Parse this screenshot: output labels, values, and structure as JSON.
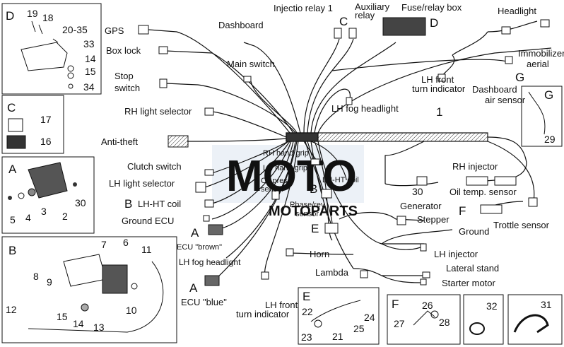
{
  "colors": {
    "line": "#111111",
    "connector": "#ffffff",
    "watermark": "#b8c8dc",
    "sleeve": "#9a9a9a"
  },
  "watermark": {
    "line1": "MOTO",
    "line2": "MOTOPARTS"
  },
  "labels": {
    "gps": "GPS",
    "box_lock": "Box lock",
    "stop_switch_1": "Stop",
    "stop_switch_2": "switch",
    "dashboard": "Dashboard",
    "main_switch": "Main switch",
    "injection_relay_1": "Injectio relay 1",
    "auxiliary_relay_1": "Auxiliary",
    "auxiliary_relay_2": "relay",
    "fuse_relay_box": "Fuse/relay box",
    "headlight": "Headlight",
    "immobilizer_1": "Immobilizer",
    "immobilizer_2": "aerial",
    "lh_front_turn_1": "LH front",
    "lh_front_turn_2": "turn indicator",
    "dashboard_air_1": "Dashboard",
    "dashboard_air_2": "air sensor",
    "lh_fog_headlight": "LH fog headlight",
    "rh_light_selector": "RH light selector",
    "anti_theft": "Anti-theft",
    "clutch_switch": "Clutch switch",
    "lh_light_selector": "LH light selector",
    "lh_ht_coil_left": "LH-HT coil",
    "ground_ecu": "Ground ECU",
    "ecu_brown": "ECU \"brown\"",
    "lh_fog_headlight_2": "LH fog headlight",
    "ecu_blue": "ECU \"blue\"",
    "lh_front_turn_b1": "LH front",
    "lh_front_turn_b2": "turn indicator",
    "rh_hand_grip": "RH hand grip",
    "lh_hand_grip": "LH hand grip",
    "oil_press_1": "Oil press.",
    "oil_press_2": "sensor",
    "lh_ht_coil_mid": "LH-HT coil",
    "phase_rev_1": "Phase/rev",
    "phase_rev_2": "sensor",
    "horn": "Horn",
    "lambda": "Lambda",
    "rh_injector": "RH injector",
    "oil_temp_sensor": "Oil temp. sensor",
    "generator": "Generator",
    "stepper": "Stepper",
    "ground": "Ground",
    "trottle_sensor": "Trottle sensor",
    "lh_injector": "LH injector",
    "lateral_stand": "Lateral stand",
    "starter_motor": "Starter motor"
  },
  "letters": {
    "box_d": "D",
    "box_c": "C",
    "box_a": "A",
    "box_b": "B",
    "box_e": "E",
    "box_f": "F",
    "box_g": "G",
    "c_relay": "C",
    "d_fuse": "D",
    "g_air": "G",
    "a_brown": "A",
    "a_blue": "A",
    "b_left": "B",
    "b_mid": "B",
    "e_phase": "E",
    "f_trottle": "F",
    "main_1": "1"
  },
  "numbers": {
    "d19": "19",
    "d18": "18",
    "d2035": "20-35",
    "d33": "33",
    "d14": "14",
    "d15": "15",
    "d34": "34",
    "c17": "17",
    "c16": "16",
    "a5": "5",
    "a4": "4",
    "a3": "3",
    "a2": "2",
    "a30": "30",
    "b7": "7",
    "b6": "6",
    "b8": "8",
    "b9": "9",
    "b11": "11",
    "b10": "10",
    "b12": "12",
    "b15": "15",
    "b14": "14",
    "b13": "13",
    "g29": "29",
    "n30": "30",
    "e22": "22",
    "e24": "24",
    "e23": "23",
    "e21": "21",
    "e25": "25",
    "f26": "26",
    "f27": "27",
    "f28": "28",
    "n32": "32",
    "n31": "31"
  }
}
